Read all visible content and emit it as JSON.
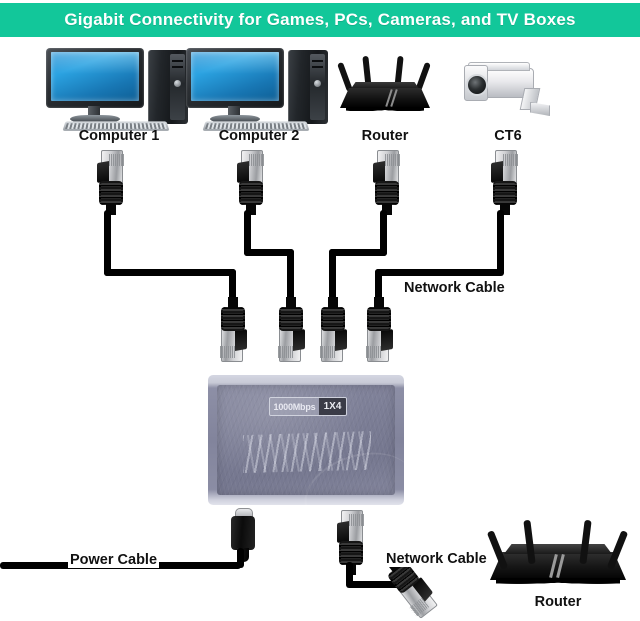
{
  "banner": {
    "title": "Gigabit Connectivity for Games, PCs, Cameras, and TV Boxes",
    "background_color": "#12c79a",
    "text_color": "#ffffff"
  },
  "devices": {
    "computer1": {
      "label": "Computer 1",
      "icon": "desktop-computer-icon"
    },
    "computer2": {
      "label": "Computer 2",
      "icon": "desktop-computer-icon"
    },
    "router_top": {
      "label": "Router",
      "icon": "wifi-router-icon"
    },
    "camera": {
      "label": "CT6",
      "icon": "security-camera-icon"
    },
    "router_bottom": {
      "label": "Router",
      "icon": "wifi-router-icon"
    }
  },
  "switch": {
    "speed_label": "1000Mbps",
    "ports_label": "1X4",
    "body_color": "#7c7e96",
    "bezel_color": "#d4d6e2",
    "ports_badge_color": "#3a3b47"
  },
  "cables": {
    "network_top_label": "Network Cable",
    "power_label": "Power Cable",
    "network_bottom_label": "Network Cable",
    "color": "#000000"
  },
  "connectors": {
    "rj45": "rj45-connector-icon",
    "usbc": "usb-c-connector-icon"
  }
}
